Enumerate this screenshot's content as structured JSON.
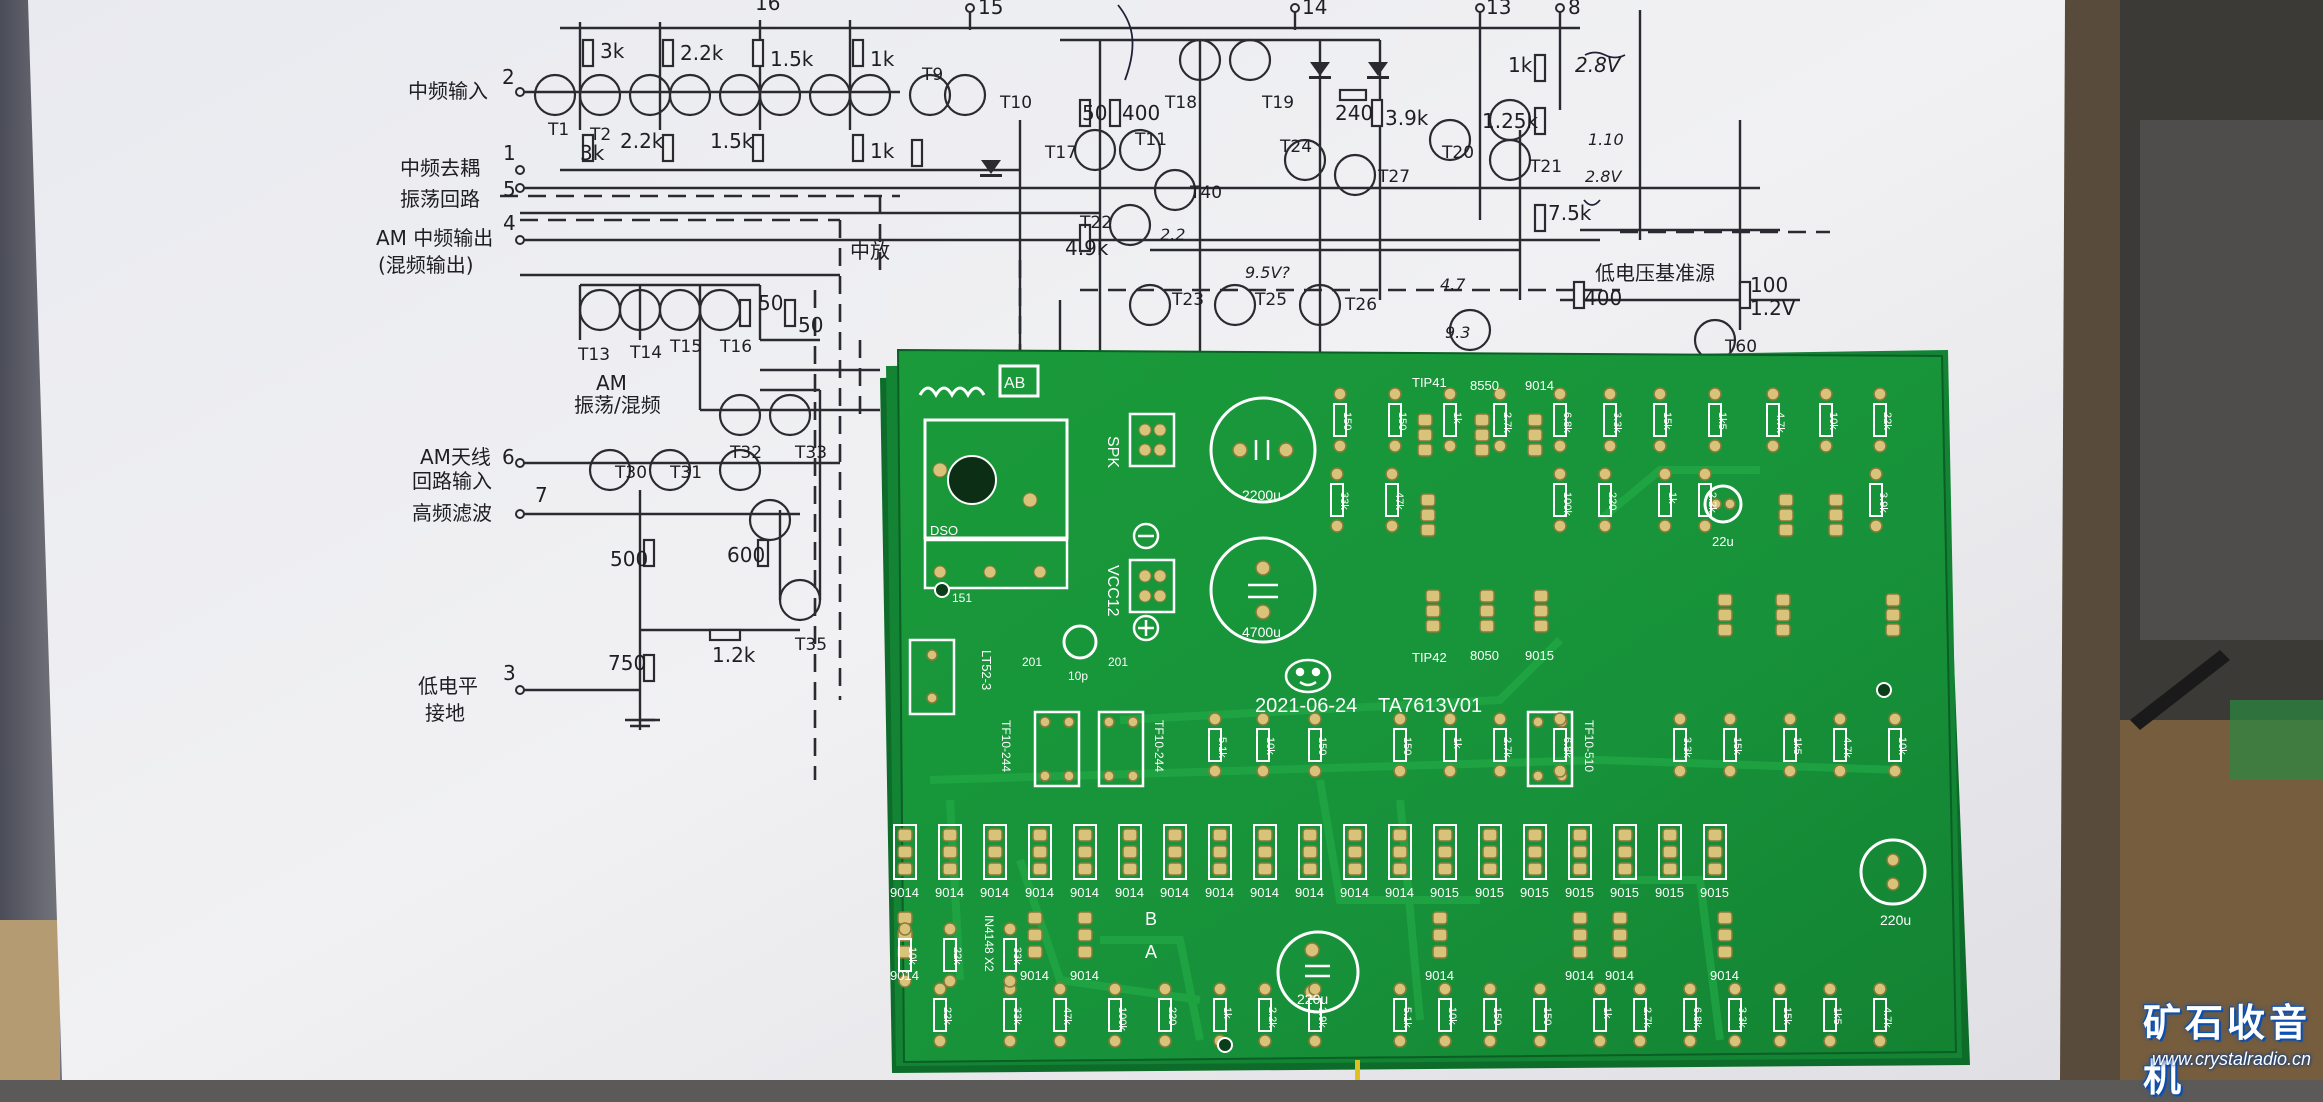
{
  "schematic": {
    "pin_labels": [
      {
        "pin": "2",
        "text": "中频输入"
      },
      {
        "pin": "1",
        "text": "中频去耦"
      },
      {
        "pin": "5",
        "text": "振荡回路"
      },
      {
        "pin": "4",
        "text": "AM 中频输出"
      },
      {
        "pin": "",
        "text": "(混频输出)"
      },
      {
        "pin": "6",
        "text": "AM天线"
      },
      {
        "pin": "7",
        "text": "回路输入"
      },
      {
        "pin": "",
        "text": "高频滤波"
      },
      {
        "pin": "3",
        "text": "低电平"
      },
      {
        "pin": "",
        "text": "接地"
      }
    ],
    "top_pins": [
      "16",
      "15",
      "14",
      "13",
      "8"
    ],
    "resistors": [
      "3k",
      "2.2k",
      "1.5k",
      "1k",
      "3k",
      "2.2k",
      "1.5k",
      "1k",
      "50",
      "400",
      "240",
      "3.9k",
      "1k",
      "1.25k",
      "7.5k",
      "4.9k",
      "50",
      "50",
      "500",
      "600",
      "750",
      "1.2k",
      "400",
      "100"
    ],
    "transistors": [
      "T1",
      "T2",
      "T9",
      "T10",
      "T17",
      "T11",
      "T18",
      "T19",
      "T24",
      "T27",
      "T20",
      "T21",
      "T40",
      "T22",
      "T23",
      "T25",
      "T26",
      "T13",
      "T14",
      "T15",
      "T16",
      "T30",
      "T31",
      "T32",
      "T33",
      "T35",
      "T60"
    ],
    "notes": [
      "中放",
      "低电压基准源",
      "AM",
      "振荡/混频",
      "1.2V",
      "2.8V"
    ],
    "handwritten": [
      "2.2",
      "9.5V?",
      "4.7",
      "9.3",
      "2.8V",
      "1.10"
    ]
  },
  "pcb": {
    "date": "2021-06-24",
    "model": "TA7613V01",
    "labels": [
      "SPK",
      "VCC12",
      "2200u",
      "4700u",
      "220u",
      "220u",
      "22u",
      "DSO",
      "LT52-3",
      "TF10-244",
      "TF10-244",
      "TF10-510",
      "201",
      "201",
      "10p",
      "151",
      "TIP41",
      "TIP42",
      "8550",
      "8050",
      "9014",
      "9015",
      "IN4148 X2",
      "B",
      "A",
      "AB"
    ],
    "transistor_marks": [
      "9014",
      "9014",
      "9014",
      "9014",
      "9014",
      "9014",
      "9014",
      "9014",
      "9014",
      "9014",
      "9014",
      "9014",
      "9015",
      "9015",
      "9015",
      "9015",
      "9015",
      "9015",
      "9015"
    ],
    "resistor_marks": [
      "150",
      "150",
      "1k",
      "2.7k",
      "6.8k",
      "3.3k",
      "15k",
      "1k5",
      "4.7k",
      "10k",
      "22k",
      "33k",
      "47k",
      "100k",
      "220",
      "1k",
      "2.2k",
      "3.9k",
      "5.1k",
      "10k"
    ]
  },
  "watermark": {
    "title": "矿石收音机",
    "url": "www.crystalradio.cn"
  }
}
